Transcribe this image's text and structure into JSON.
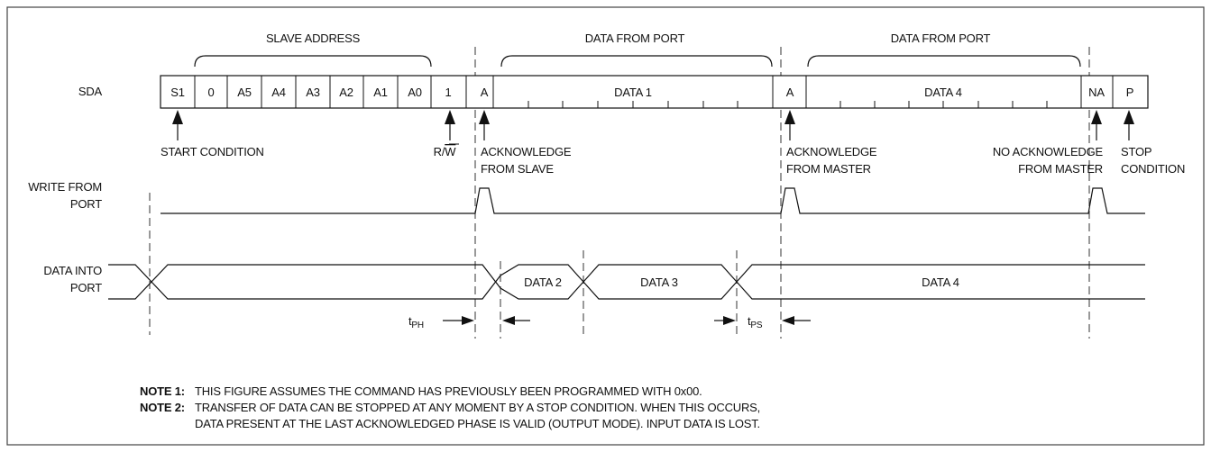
{
  "brackets": {
    "slave_address": "SLAVE ADDRESS",
    "data_from_port_1": "DATA FROM PORT",
    "data_from_port_2": "DATA FROM PORT"
  },
  "signals": {
    "sda": "SDA",
    "write_from_port_line1": "WRITE FROM",
    "write_from_port_line2": "PORT",
    "data_into_port_line1": "DATA INTO",
    "data_into_port_line2": "PORT"
  },
  "sda_cells": {
    "s1": "S1",
    "bit0": "0",
    "a5": "A5",
    "a4": "A4",
    "a3": "A3",
    "a2": "A2",
    "a1": "A1",
    "a0": "A0",
    "rw_bit": "1",
    "ack1": "A",
    "data1": "DATA 1",
    "ack2": "A",
    "data4": "DATA 4",
    "no_ack": "NA",
    "stop": "P"
  },
  "labels": {
    "start_condition": "START CONDITION",
    "rw": "R/",
    "rw_bar": "W",
    "ack_slave_line1": "ACKNOWLEDGE",
    "ack_slave_line2": "FROM SLAVE",
    "ack_master_line1": "ACKNOWLEDGE",
    "ack_master_line2": "FROM MASTER",
    "no_ack_line1": "NO ACKNOWLEDGE",
    "no_ack_line2": "FROM MASTER",
    "stop_line1": "STOP",
    "stop_line2": "CONDITION"
  },
  "port_data": {
    "data2": "DATA 2",
    "data3": "DATA 3",
    "data4": "DATA 4"
  },
  "timing": {
    "tph_main": "t",
    "tph_sub": "PH",
    "tps_main": "t",
    "tps_sub": "PS"
  },
  "notes": {
    "note1_label": "NOTE 1:",
    "note1_text": "THIS FIGURE ASSUMES THE COMMAND HAS PREVIOUSLY BEEN PROGRAMMED WITH 0x00.",
    "note2_label": "NOTE 2:",
    "note2_text_line1": "TRANSFER OF DATA CAN BE STOPPED AT ANY MOMENT BY A STOP CONDITION. WHEN THIS OCCURS,",
    "note2_text_line2": "DATA PRESENT AT THE LAST ACKNOWLEDGED PHASE IS VALID (OUTPUT MODE). INPUT DATA IS LOST."
  }
}
